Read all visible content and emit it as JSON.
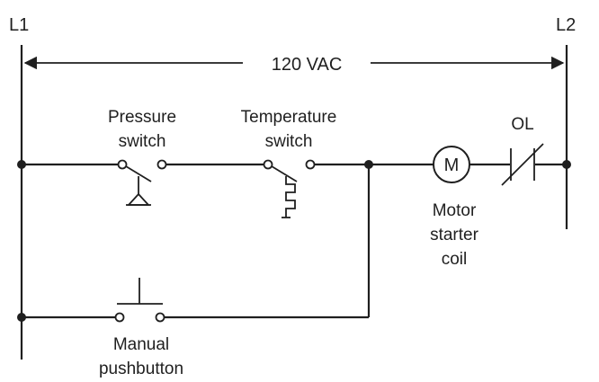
{
  "rail_labels": {
    "left": "L1",
    "right": "L2"
  },
  "voltage_label": "120 VAC",
  "components": {
    "pressure_switch": {
      "line1": "Pressure",
      "line2": "switch"
    },
    "temperature_switch": {
      "line1": "Temperature",
      "line2": "switch"
    },
    "motor": {
      "symbol": "M",
      "line1": "Motor",
      "line2": "starter",
      "line3": "coil"
    },
    "overload": {
      "label": "OL"
    },
    "pushbutton": {
      "line1": "Manual",
      "line2": "pushbutton"
    }
  },
  "colors": {
    "ink": "#1f1f1f",
    "background": "#ffffff"
  }
}
